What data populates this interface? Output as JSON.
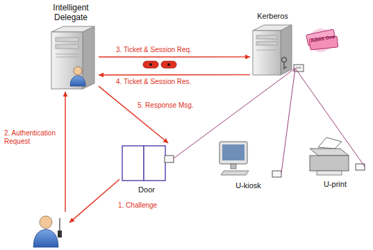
{
  "diagram": {
    "nodes": [
      {
        "text": [
          "Intelligent Delegate"
        ]
      },
      {
        "text": [
          "Kerberos"
        ]
      },
      {
        "text": [
          "Door"
        ]
      },
      {
        "text": [
          "U-kiosk"
        ]
      },
      {
        "text": [
          "U-print"
        ]
      },
      {
        "text": []
      }
    ],
    "edges": [
      {
        "from": 0,
        "to": 1,
        "label": "3. Ticket & Session Req.",
        "arrow": "to"
      },
      {
        "from": 1,
        "to": 0,
        "label": "4. Ticket & Session Res.",
        "arrow": "to"
      },
      {
        "from": 0,
        "to": 2,
        "label": "5. Response Msg.",
        "arrow": "to"
      },
      {
        "from": 5,
        "to": 0,
        "label": "2. Authentication Request",
        "arrow": "to"
      },
      {
        "from": 2,
        "to": 5,
        "label": "1. Challenge",
        "arrow": "to"
      },
      {
        "from": 1,
        "to": 2,
        "arrow": "none"
      },
      {
        "from": 1,
        "to": 3,
        "arrow": "none"
      },
      {
        "from": 1,
        "to": 4,
        "arrow": "none"
      }
    ],
    "labels": [
      "Admit One"
    ]
  }
}
